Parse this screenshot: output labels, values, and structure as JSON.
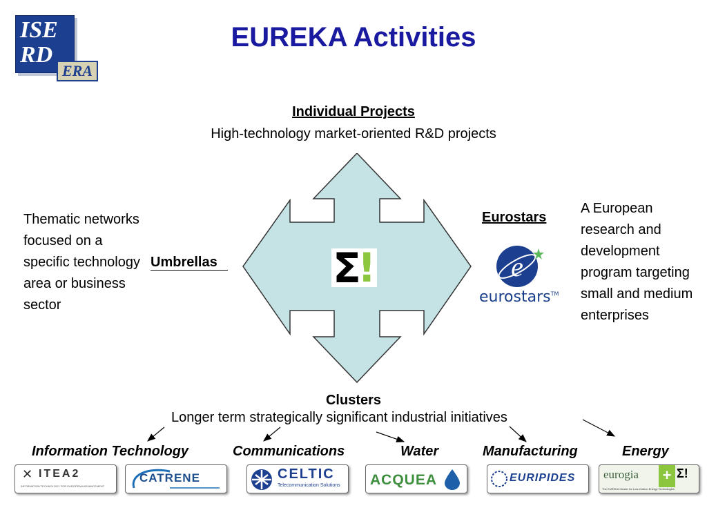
{
  "logo": {
    "line1": "ISE",
    "line2": "RD",
    "badge": "ERA"
  },
  "title": "EUREKA Activities",
  "individual": {
    "title": "Individual Projects",
    "subtitle": "High-technology market-oriented R&D projects"
  },
  "umbrellas": {
    "title": "Umbrellas",
    "description": "Thematic networks focused on a specific technology area or business sector"
  },
  "eurostars": {
    "title": "Eurostars",
    "description": "A European research and development program targeting small and medium enterprises",
    "logo_text": "eurostars",
    "logo_mark": "e",
    "tm": "TM"
  },
  "center_mark": {
    "sigma": "Σ",
    "exclaim": "!"
  },
  "clusters": {
    "title": "Clusters",
    "subtitle": "Longer term strategically significant industrial initiatives",
    "categories": [
      "Information Technology",
      "Communications",
      "Water",
      "Manufacturing",
      "Energy"
    ],
    "logos": {
      "itea": "ITEA2",
      "itea_sub": "INFORMATION TECHNOLOGY FOR EUROPEAN ADVANCEMENT",
      "catrene": "CATRENE",
      "celtic": "CELTIC",
      "celtic_sub": "Telecommunication Solutions",
      "acquea": "ACQUEA",
      "euripides": "EURIPIDES",
      "eurogia": "eurogia",
      "eurogia_plus": "+",
      "eurogia_sigma": "Σ!",
      "eurogia_sub": "The EUREKA Cluster for Low-Carbon Energy Technologies"
    }
  },
  "colors": {
    "title": "#1a1aa0",
    "arrow_fill": "#c5e2e5",
    "arrow_stroke": "#333333",
    "logo_blue": "#1d3f8f",
    "sigma_green": "#8cc63f"
  }
}
